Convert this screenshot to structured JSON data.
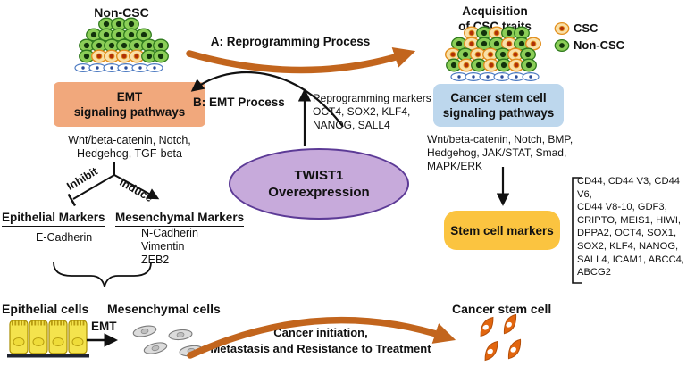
{
  "top_left": {
    "cluster_label": "Non-CSC",
    "emt_box_line1": "EMT",
    "emt_box_line2": "signaling pathways",
    "pathways_line1": "Wnt/beta-catenin, Notch,",
    "pathways_line2": "Hedgehog, TGF-beta",
    "inhibit_label": "Inhibit",
    "induce_label": "Induce",
    "epithelial_markers_header": "Epithelial Markers",
    "epithelial_marker": "E-Cadherin",
    "mesenchymal_markers_header": "Mesenchymal Markers",
    "mesenchymal_markers": [
      "N-Cadherin",
      "Vimentin",
      "ZEB2"
    ]
  },
  "center": {
    "process_a_label": "A: Reprogramming Process",
    "process_b_label": "B: EMT Process",
    "reprogramming_line1": "Reprogramming markers",
    "reprogramming_line2": "OCT4, SOX2, KLF4,",
    "reprogramming_line3": "NANOG, SALL4",
    "twist_line1": "TWIST1",
    "twist_line2": "Overexpression"
  },
  "top_right": {
    "cluster_label_line1": "Acquisition",
    "cluster_label_line2": "of CSC traits",
    "legend": [
      {
        "label": "CSC",
        "cell_color": "orange"
      },
      {
        "label": "Non-CSC",
        "cell_color": "green"
      }
    ],
    "csc_box_line1": "Cancer stem cell",
    "csc_box_line2": "signaling pathways",
    "pathways_line1": "Wnt/beta-catenin, Notch, BMP,",
    "pathways_line2": "Hedgehog, JAK/STAT, Smad,",
    "pathways_line3": "MAPK/ERK",
    "stem_cell_markers_label": "Stem cell markers",
    "marker_genes": [
      "CD44, CD44 V3, CD44 V6,",
      "CD44 V8-10, GDF3,",
      "CRIPTO, MEIS1, HIWI,",
      "DPPA2, OCT4, SOX1,",
      "SOX2, KLF4, NANOG,",
      "SALL4, ICAM1, ABCC4,",
      "ABCG2"
    ]
  },
  "bottom": {
    "epithelial_cells_label": "Epithelial cells",
    "emt_arrow_label": "EMT",
    "mesenchymal_cells_label": "Mesenchymal cells",
    "outcome_line1": "Cancer initiation,",
    "outcome_line2": "Metastasis and Resistance to Treatment",
    "cancer_stem_cell_label": "Cancer stem cell"
  },
  "colors": {
    "emt_box": "#F1A87C",
    "csc_box": "#BDD7ED",
    "stem_markers_box": "#FBC440",
    "twist_ellipse_fill": "#C7AADB",
    "twist_ellipse_border": "#5C3A96",
    "orange_arrow": "#C2651D",
    "csc_cell": "#E2660F",
    "non_csc_cell": "#8BCE57"
  }
}
